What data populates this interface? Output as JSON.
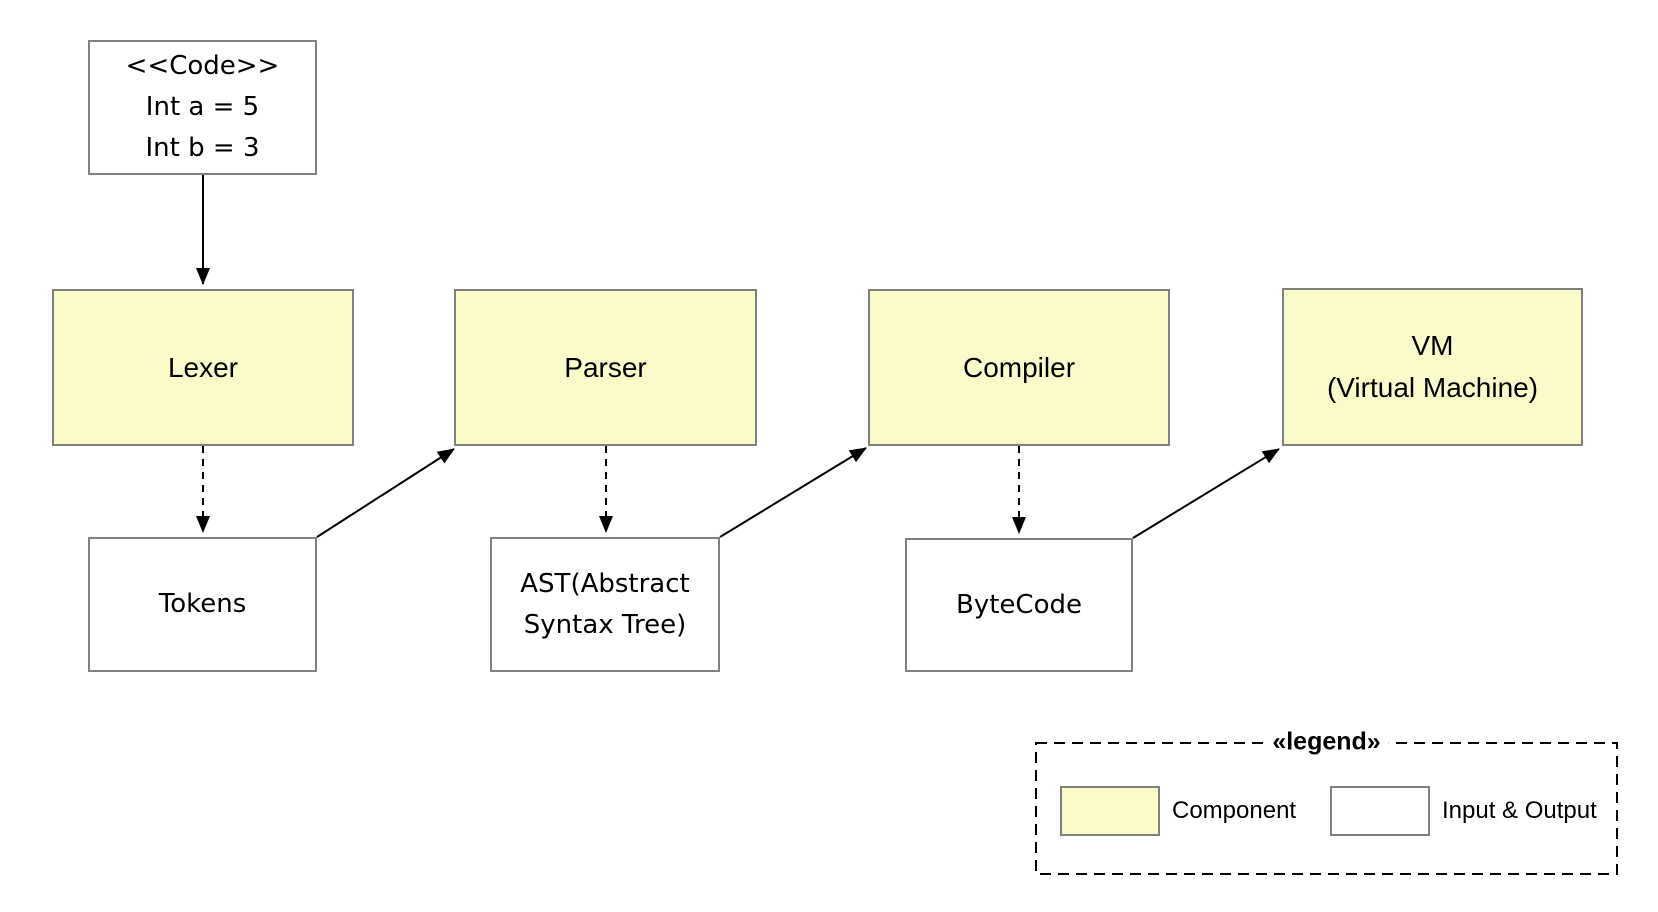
{
  "nodes": {
    "code": {
      "type": "input-output",
      "lines": [
        "<<Code>>",
        "Int a = 5",
        "Int b = 3"
      ]
    },
    "lexer": {
      "type": "component",
      "label": "Lexer"
    },
    "tokens": {
      "type": "input-output",
      "label": "Tokens"
    },
    "parser": {
      "type": "component",
      "label": "Parser"
    },
    "ast": {
      "type": "input-output",
      "lines": [
        "AST(Abstract",
        "Syntax Tree)"
      ]
    },
    "compiler": {
      "type": "component",
      "label": "Compiler"
    },
    "bytecode": {
      "type": "input-output",
      "label": "ByteCode"
    },
    "vm": {
      "type": "component",
      "lines": [
        "VM",
        "(Virtual Machine)"
      ]
    }
  },
  "edges": [
    {
      "from": "code",
      "to": "lexer",
      "style": "solid"
    },
    {
      "from": "lexer",
      "to": "tokens",
      "style": "dashed"
    },
    {
      "from": "tokens",
      "to": "parser",
      "style": "solid"
    },
    {
      "from": "parser",
      "to": "ast",
      "style": "dashed"
    },
    {
      "from": "ast",
      "to": "compiler",
      "style": "solid"
    },
    {
      "from": "compiler",
      "to": "bytecode",
      "style": "dashed"
    },
    {
      "from": "bytecode",
      "to": "vm",
      "style": "solid"
    }
  ],
  "legend": {
    "title": "«legend»",
    "items": [
      {
        "swatch": "component",
        "label": "Component"
      },
      {
        "swatch": "input-output",
        "label": "Input & Output"
      }
    ]
  },
  "colors": {
    "component_fill": "#fbfbc9",
    "input_output_fill": "#ffffff",
    "node_border": "#808080",
    "arrow": "#000000",
    "background": "#ffffff"
  }
}
